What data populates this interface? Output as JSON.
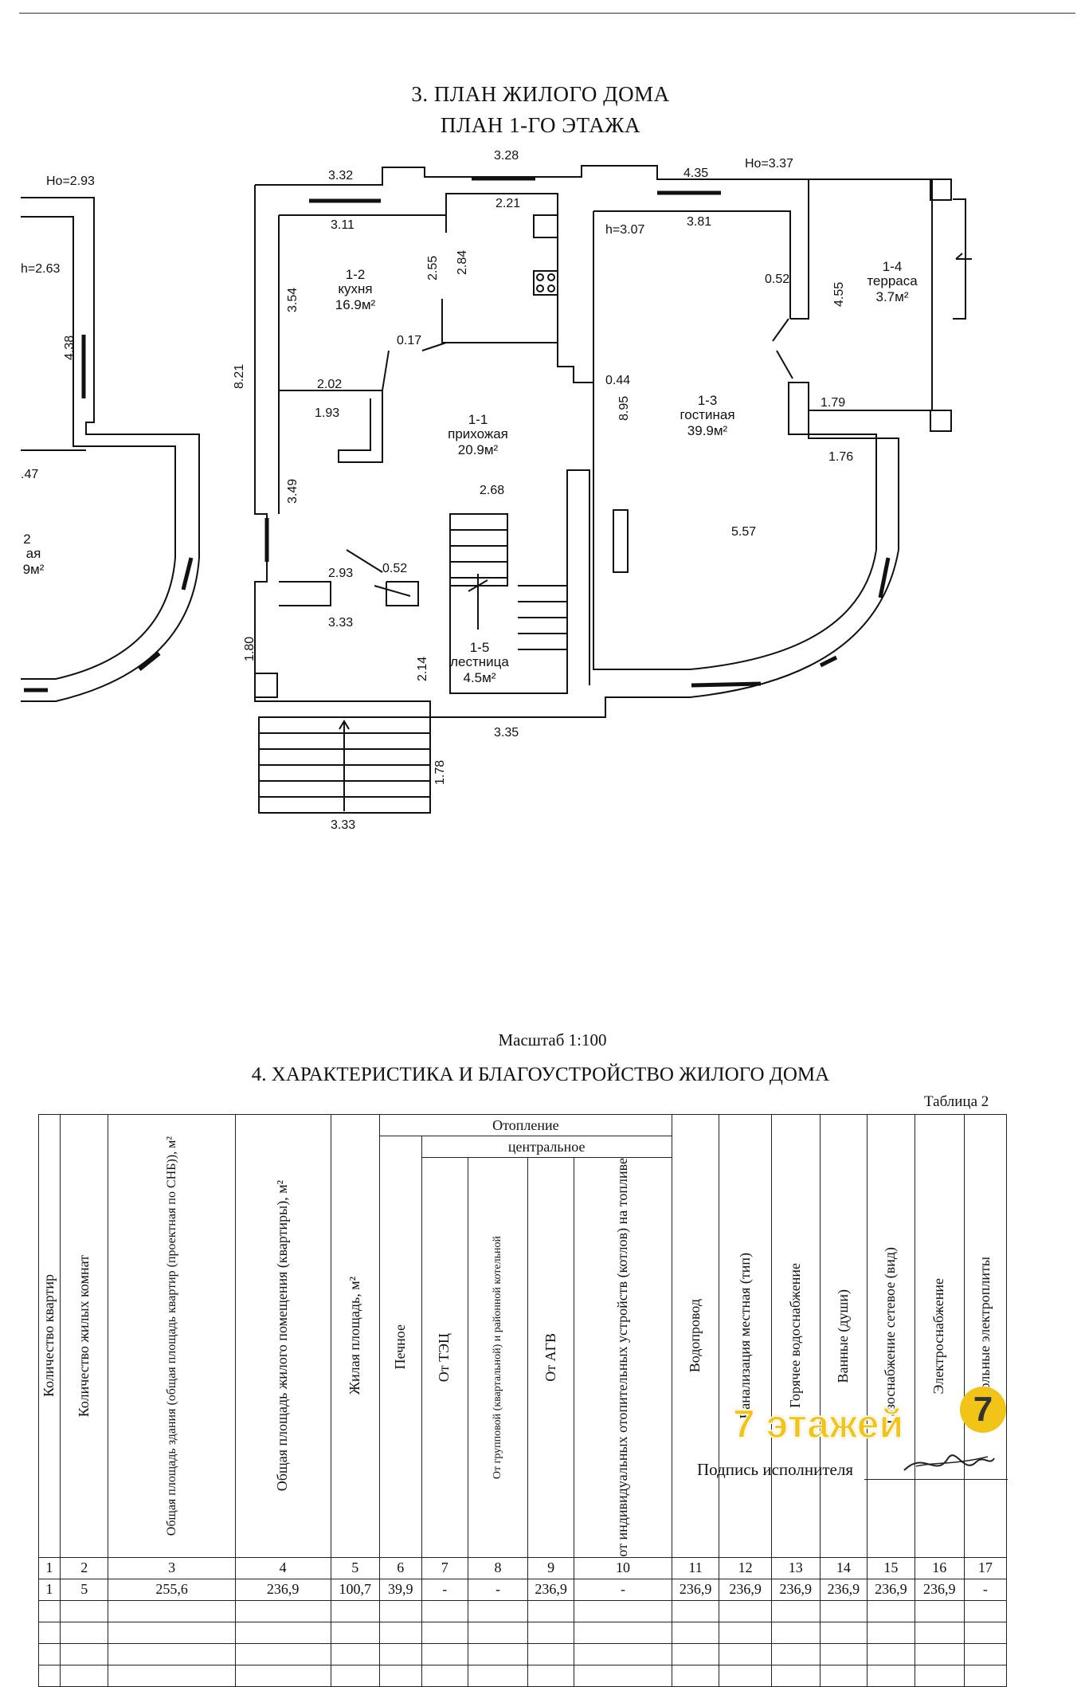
{
  "header": {
    "section3_title": "3. ПЛАН ЖИЛОГО ДОМА",
    "floor_title": "ПЛАН 1-ГО ЭТАЖА"
  },
  "plan": {
    "rooms": [
      {
        "id": "1-1",
        "name": "прихожая",
        "area": "20.9м²"
      },
      {
        "id": "1-2",
        "name": "кухня",
        "area": "16.9м²"
      },
      {
        "id": "1-3",
        "name": "гостиная",
        "area": "39.9м²"
      },
      {
        "id": "1-4",
        "name": "терраса",
        "area": "3.7м²"
      },
      {
        "id": "1-5",
        "name": "лестница",
        "area": "4.5м²"
      },
      {
        "id": "2",
        "name": "ая",
        "area": "9м²"
      }
    ],
    "heights": {
      "left_ho": "Но=2.93",
      "left_h": "h=2.63",
      "right_ho": "Но=3.37",
      "main_h": "h=3.07"
    },
    "dims": {
      "top_332": "3.32",
      "top_328": "3.28",
      "top_435": "4.35",
      "in_311": "3.11",
      "in_221": "2.21",
      "in_381": "3.81",
      "v_354": "3.54",
      "v_255": "2.55",
      "v_284": "2.84",
      "v_821": "8.21",
      "v_455": "4.55",
      "v_895": "8.95",
      "v_349": "3.49",
      "d_052a": "0.52",
      "d_017": "0.17",
      "d_044": "0.44",
      "d_202": "2.02",
      "d_193": "1.93",
      "d_179": "1.79",
      "d_176": "1.76",
      "d_268": "2.68",
      "d_557": "5.57",
      "d_293": "2.93",
      "d_052b": "0.52",
      "d_333a": "3.33",
      "v_214": "2.14",
      "v_180": "1.80",
      "d_335": "3.35",
      "v_178": "1.78",
      "d_333b": "3.33",
      "left_438": "4.38",
      "left_47": ".47"
    }
  },
  "scale_label": "Масштаб  1:100",
  "section4_title": "4. ХАРАКТЕРИСТИКА И БЛАГОУСТРОЙСТВО ЖИЛОГО ДОМА",
  "table_label": "Таблица 2",
  "table": {
    "heating_group": "Отопление",
    "central_group": "центральное",
    "columns": [
      "Количество квартир",
      "Количество жилых комнат",
      "Общая площадь здания (общая площадь квартир (проектная по СНБ)), м²",
      "Общая площадь жилого помещения (квартиры), м²",
      "Жилая площадь, м²",
      "Печное",
      "От ТЭЦ",
      "От групповой (квартальной) и районной котельной",
      "От АГВ",
      "от индивидуальных отопительных устройств (котлов) на топливе",
      "Водопровод",
      "Канализация местная (тип)",
      "Горячее водоснабжение",
      "Ванные (души)",
      "Газоснабжение сетевое (вид)",
      "Электроснабжение",
      "Напольные электроплиты"
    ],
    "numbers": [
      "1",
      "2",
      "3",
      "4",
      "5",
      "6",
      "7",
      "8",
      "9",
      "10",
      "11",
      "12",
      "13",
      "14",
      "15",
      "16",
      "17"
    ],
    "values": [
      "1",
      "5",
      "255,6",
      "236,9",
      "100,7",
      "39,9",
      "-",
      "-",
      "236,9",
      "-",
      "236,9",
      "236,9",
      "236,9",
      "236,9",
      "236,9",
      "236,9",
      "-"
    ]
  },
  "watermark": {
    "text": "7 этажей",
    "badge": "7"
  },
  "signature_label": "Подпись исполнителя"
}
